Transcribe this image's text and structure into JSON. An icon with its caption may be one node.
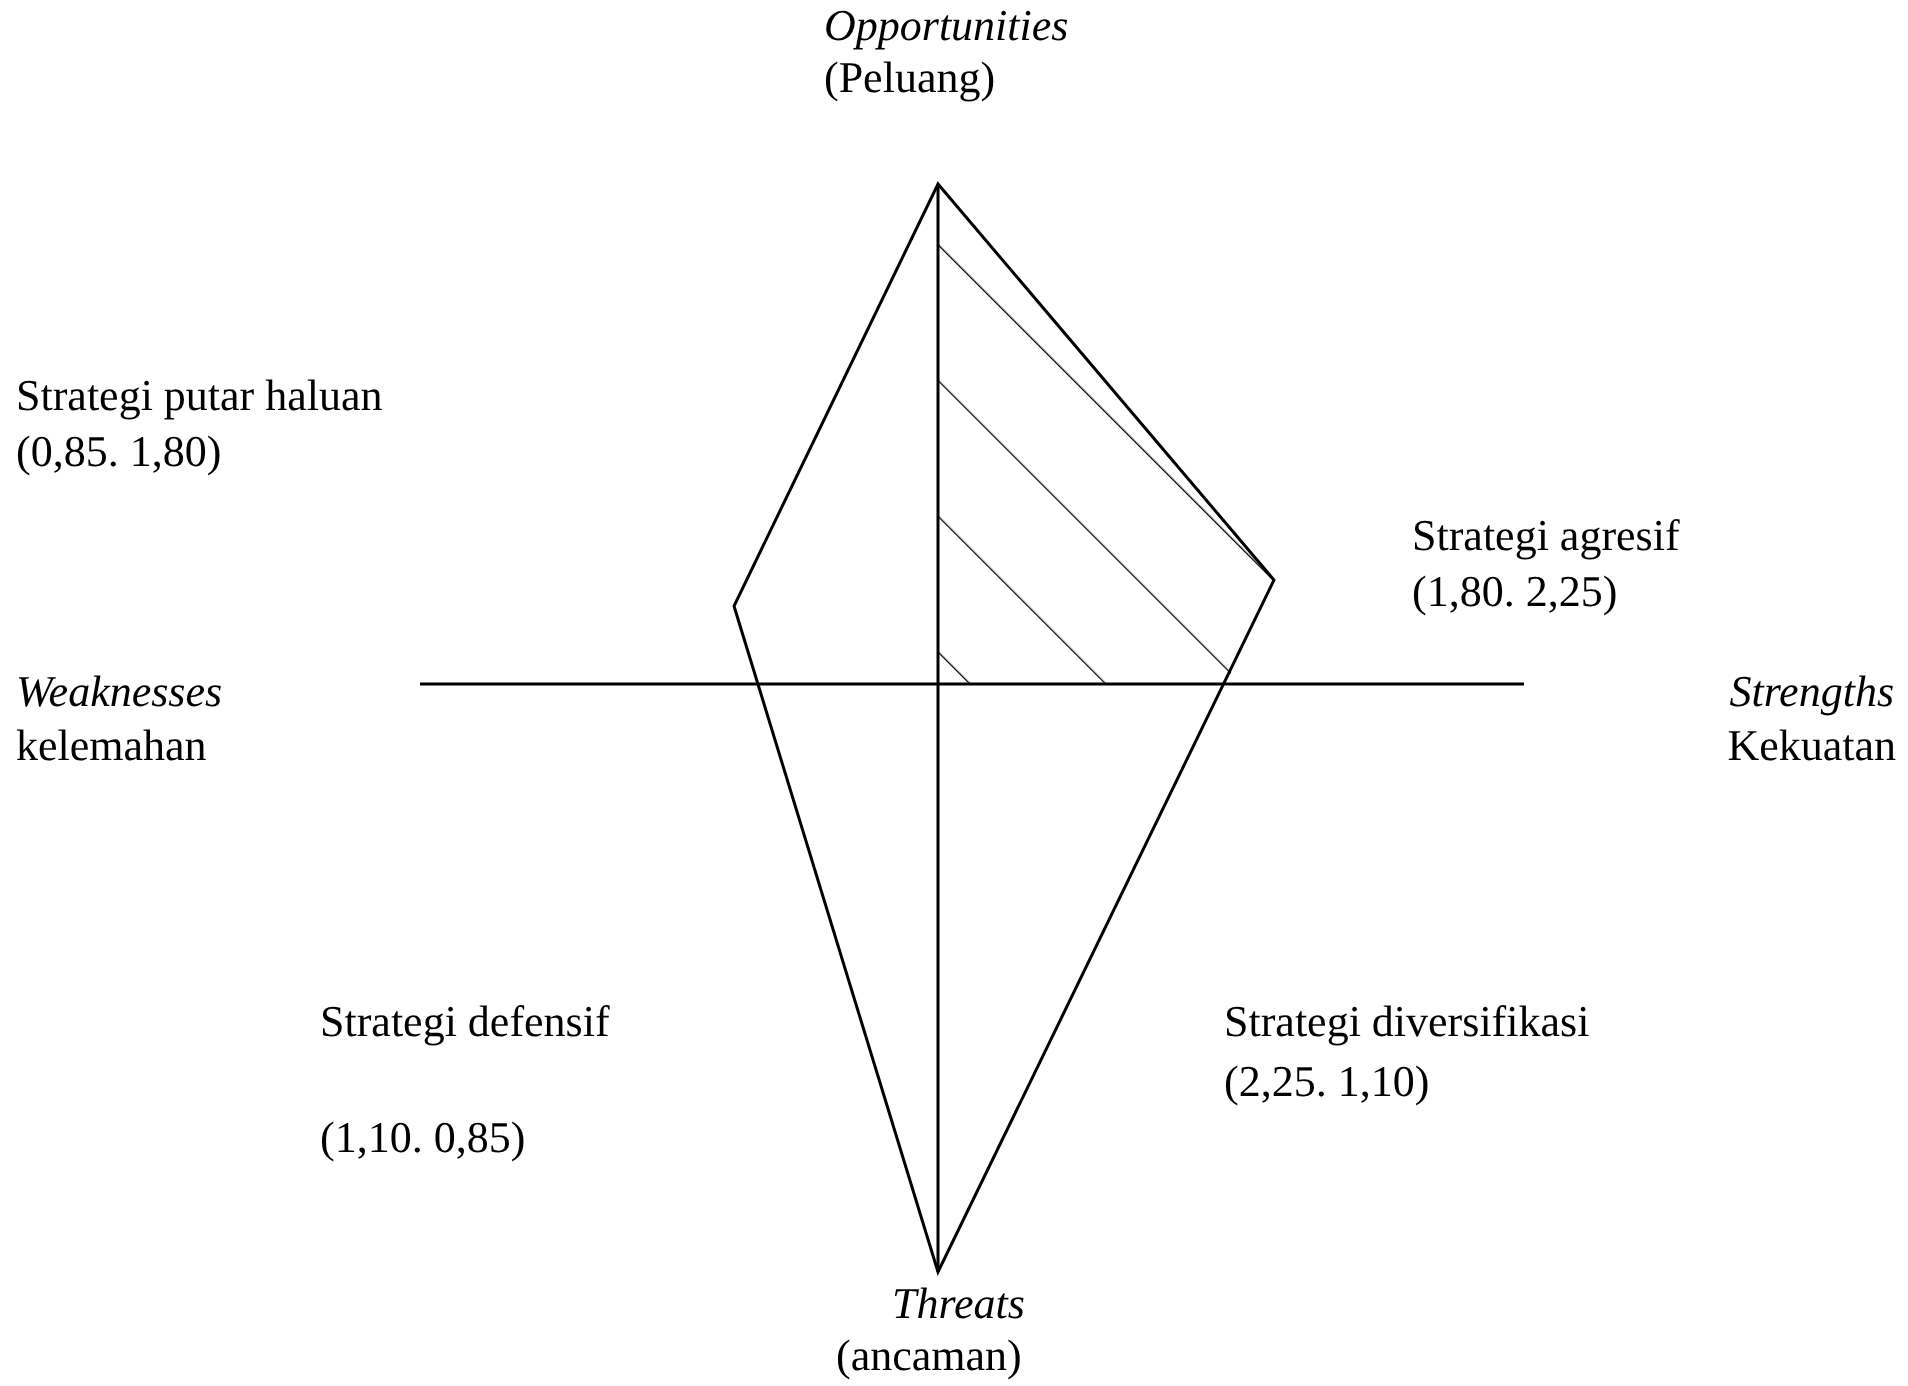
{
  "diagram": {
    "labels": [
      "Opportunities",
      "(Peluang)",
      "Strategi putar haluan",
      "(0,85. 1,80)",
      "Strategi agresif",
      "(1,80. 2,25)",
      "Weaknesses",
      "Strengths",
      "kelemahan",
      "Kekuatan",
      "Strategi defensif",
      "Strategi diversifikasi",
      "(2,25. 1,10)",
      "(1,10. 0,85)",
      "Threats",
      "(ancaman)"
    ]
  }
}
